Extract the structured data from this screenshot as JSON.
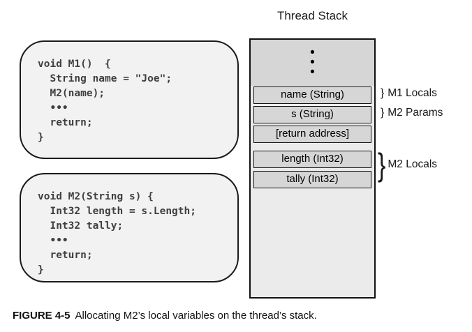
{
  "title": "Thread Stack",
  "code_boxes": [
    {
      "name": "M1",
      "lines": [
        "void M1()  {",
        "  String name = \"Joe\";",
        "  M2(name);",
        "  •••",
        "  return;",
        "}"
      ]
    },
    {
      "name": "M2",
      "lines": [
        "void M2(String s) {",
        "  Int32 length = s.Length;",
        "  Int32 tally;",
        "  •••",
        "  return;",
        "}"
      ]
    }
  ],
  "stack": {
    "dots": [
      "•",
      "•",
      "•"
    ],
    "cells": [
      "name (String)",
      "s (String)",
      "[return address]",
      "length (Int32)",
      "tally (Int32)"
    ]
  },
  "annotations": {
    "m1_locals": {
      "brace": "}",
      "label": "M1 Locals"
    },
    "m2_params": {
      "brace": "}",
      "label": "M2 Params"
    },
    "m2_locals": {
      "brace": "}",
      "label": "M2 Locals"
    }
  },
  "caption": {
    "figure_label": "FIGURE 4-5",
    "text": "Allocating M2’s local variables on the thread’s stack."
  }
}
